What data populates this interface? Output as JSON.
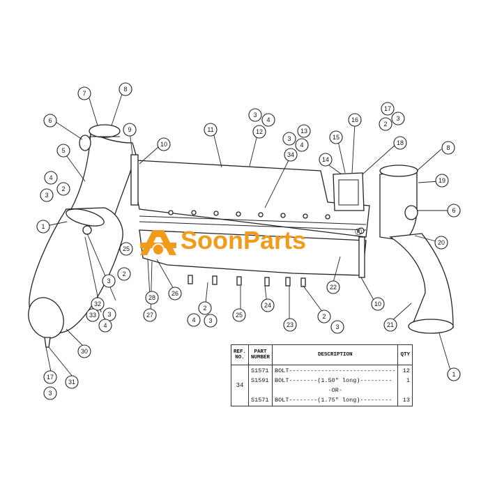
{
  "brand": {
    "name": "SoonParts",
    "registered_mark": "®",
    "color": "#f29a1a"
  },
  "callouts": [
    "1",
    "2",
    "3",
    "4",
    "5",
    "6",
    "7",
    "8",
    "9",
    "10",
    "11",
    "12",
    "13",
    "14",
    "15",
    "16",
    "17",
    "18",
    "19",
    "20",
    "21",
    "22",
    "23",
    "24",
    "25",
    "26",
    "27",
    "28",
    "30",
    "31",
    "32",
    "33",
    "34"
  ],
  "callout_placements": [
    {
      "label": "7"
    },
    {
      "label": "8"
    },
    {
      "label": "6"
    },
    {
      "label": "9"
    },
    {
      "label": "10"
    },
    {
      "label": "11"
    },
    {
      "label": "3"
    },
    {
      "label": "4"
    },
    {
      "label": "12"
    },
    {
      "label": "3"
    },
    {
      "label": "4"
    },
    {
      "label": "13"
    },
    {
      "label": "34"
    },
    {
      "label": "17"
    },
    {
      "label": "2"
    },
    {
      "label": "3"
    },
    {
      "label": "16"
    },
    {
      "label": "15"
    },
    {
      "label": "14"
    },
    {
      "label": "18"
    },
    {
      "label": "8"
    },
    {
      "label": "19"
    },
    {
      "label": "6"
    },
    {
      "label": "20"
    },
    {
      "label": "5"
    },
    {
      "label": "4"
    },
    {
      "label": "2"
    },
    {
      "label": "3"
    },
    {
      "label": "1"
    },
    {
      "label": "25"
    },
    {
      "label": "2"
    },
    {
      "label": "3"
    },
    {
      "label": "28"
    },
    {
      "label": "26"
    },
    {
      "label": "27"
    },
    {
      "label": "32"
    },
    {
      "label": "33"
    },
    {
      "label": "3"
    },
    {
      "label": "4"
    },
    {
      "label": "30"
    },
    {
      "label": "17"
    },
    {
      "label": "31"
    },
    {
      "label": "3"
    },
    {
      "label": "22"
    },
    {
      "label": "10"
    },
    {
      "label": "21"
    },
    {
      "label": "1"
    },
    {
      "label": "2"
    },
    {
      "label": "4"
    },
    {
      "label": "3"
    },
    {
      "label": "25"
    },
    {
      "label": "24"
    },
    {
      "label": "23"
    },
    {
      "label": "2"
    },
    {
      "label": "3"
    }
  ],
  "parts_table": {
    "headers": {
      "ref_no": "REF. NO.",
      "part_number": "PART NUMBER",
      "description": "DESCRIPTION",
      "qty": "QTY"
    },
    "ref": "34",
    "rows": [
      {
        "part_number": "S1571",
        "description": "BOLT------------------------------",
        "qty": "12"
      },
      {
        "part_number": "S1591",
        "description": "BOLT--------(1.50\" long)---------",
        "qty": "1"
      },
      {
        "part_number": "",
        "description": "-OR-",
        "qty": ""
      },
      {
        "part_number": "S1571",
        "description": "BOLT--------(1.75\" long)---------",
        "qty": "13"
      }
    ]
  }
}
